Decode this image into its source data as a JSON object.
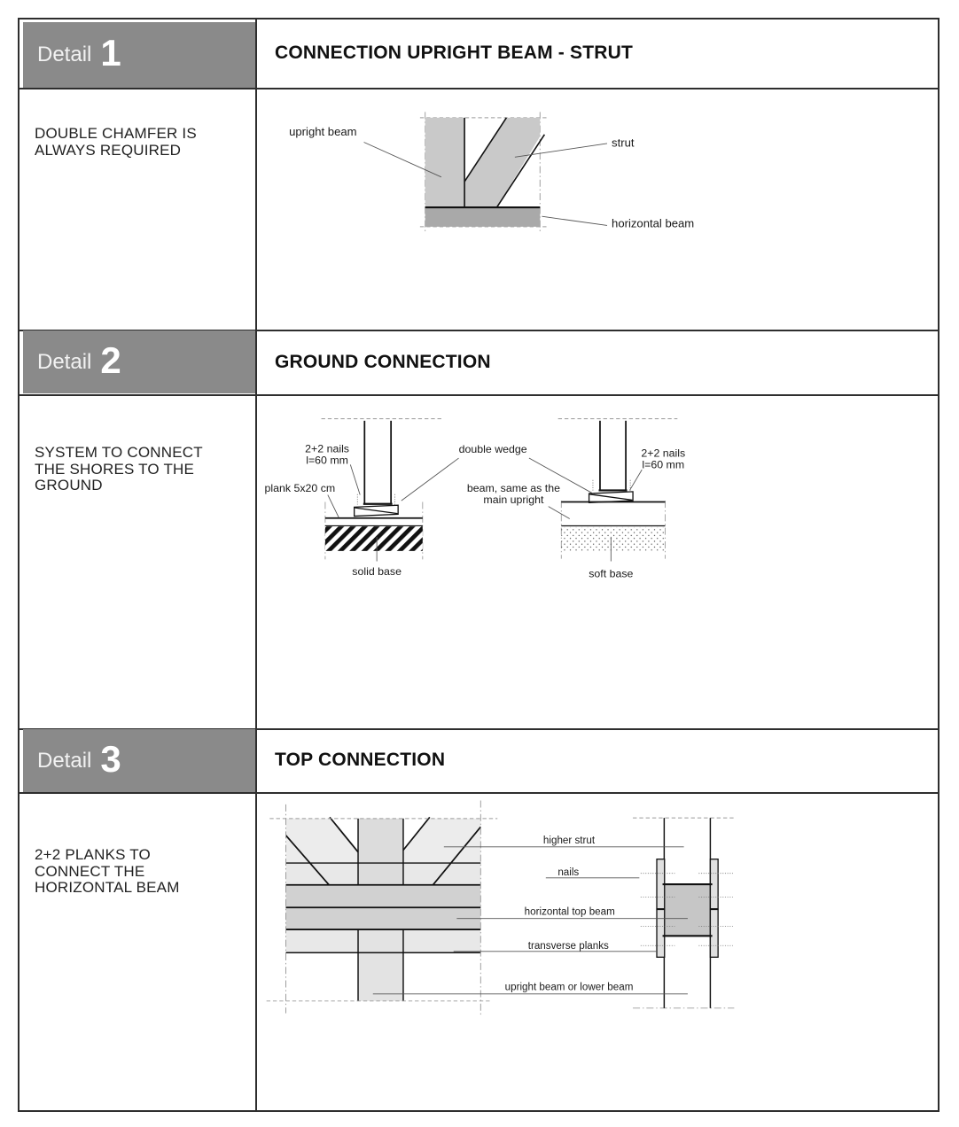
{
  "details": [
    {
      "label": "Detail",
      "number": "1",
      "title": "CONNECTION UPRIGHT BEAM - STRUT",
      "note": "DOUBLE CHAMFER IS\nALWAYS REQUIRED"
    },
    {
      "label": "Detail",
      "number": "2",
      "title": "GROUND CONNECTION",
      "note": "SYSTEM TO CONNECT\nTHE SHORES TO THE\nGROUND"
    },
    {
      "label": "Detail",
      "number": "3",
      "title": "TOP CONNECTION",
      "note": "2+2 PLANKS TO\nCONNECT THE\nHORIZONTAL BEAM"
    }
  ],
  "diagram1": {
    "labels": {
      "upright_beam": "upright beam",
      "strut": "strut",
      "horizontal_beam": "horizontal beam"
    }
  },
  "diagram2": {
    "labels": {
      "nails_left_line1": "2+2 nails",
      "nails_left_line2": "l=60 mm",
      "plank": "plank 5x20 cm",
      "double_wedge": "double wedge",
      "beam_same_line1": "beam, same as the",
      "beam_same_line2": "main upright",
      "nails_right_line1": "2+2 nails",
      "nails_right_line2": "l=60 mm",
      "solid_base": "solid base",
      "soft_base": "soft base"
    }
  },
  "diagram3": {
    "labels": {
      "higher_strut": "higher strut",
      "nails": "nails",
      "horizontal_top_beam": "horizontal top beam",
      "transverse_planks": "transverse planks",
      "upright_beam_or_lower_beam": "upright beam or lower beam"
    }
  },
  "colors": {
    "header_bg": "#8a8a8a",
    "header_text": "#ffffff",
    "member_light_gray": "#c9c9c9",
    "member_dark_gray": "#a9a9a9",
    "outline": "#111111"
  }
}
